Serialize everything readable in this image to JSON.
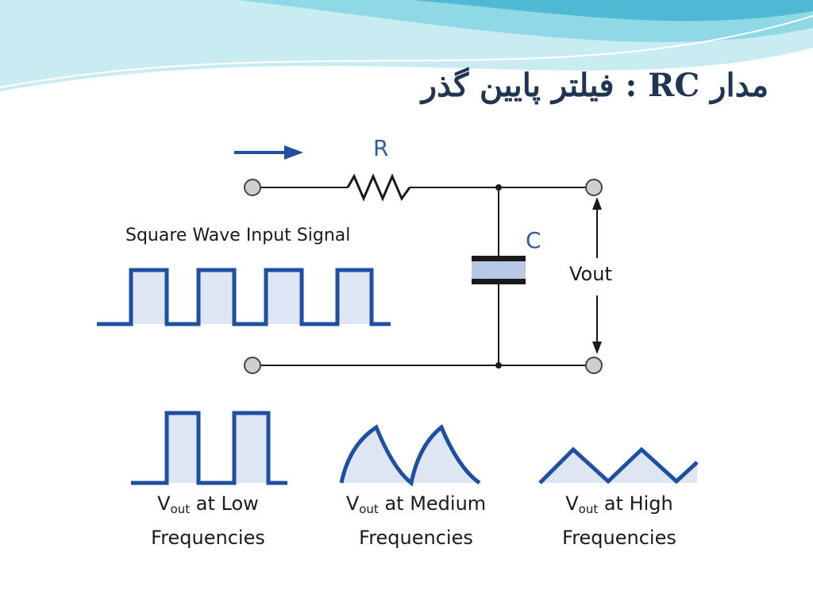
{
  "slide": {
    "title": "مدار RC : فیلتر پایین گذر"
  },
  "circuit": {
    "resistor_label": "R",
    "capacitor_label": "C",
    "output_label": "Vout",
    "input_signal_label": "Square Wave Input Signal"
  },
  "waveforms": [
    {
      "main": "V",
      "sub": "out",
      "rest": " at Low",
      "line2": "Frequencies"
    },
    {
      "main": "V",
      "sub": "out",
      "rest": " at Medium",
      "line2": "Frequencies"
    },
    {
      "main": "V",
      "sub": "out",
      "rest": " at High",
      "line2": "Frequencies"
    }
  ],
  "colors": {
    "title": "#1f3552",
    "wave_stroke": "#1f4fa0",
    "wave_fill": "#dfe6f3",
    "component_label": "#2e5aa6",
    "capacitor_gap": "#b9c8e4",
    "header_wave": "#7fd0e0"
  },
  "icons": {
    "input_direction": "right-arrow-icon"
  }
}
